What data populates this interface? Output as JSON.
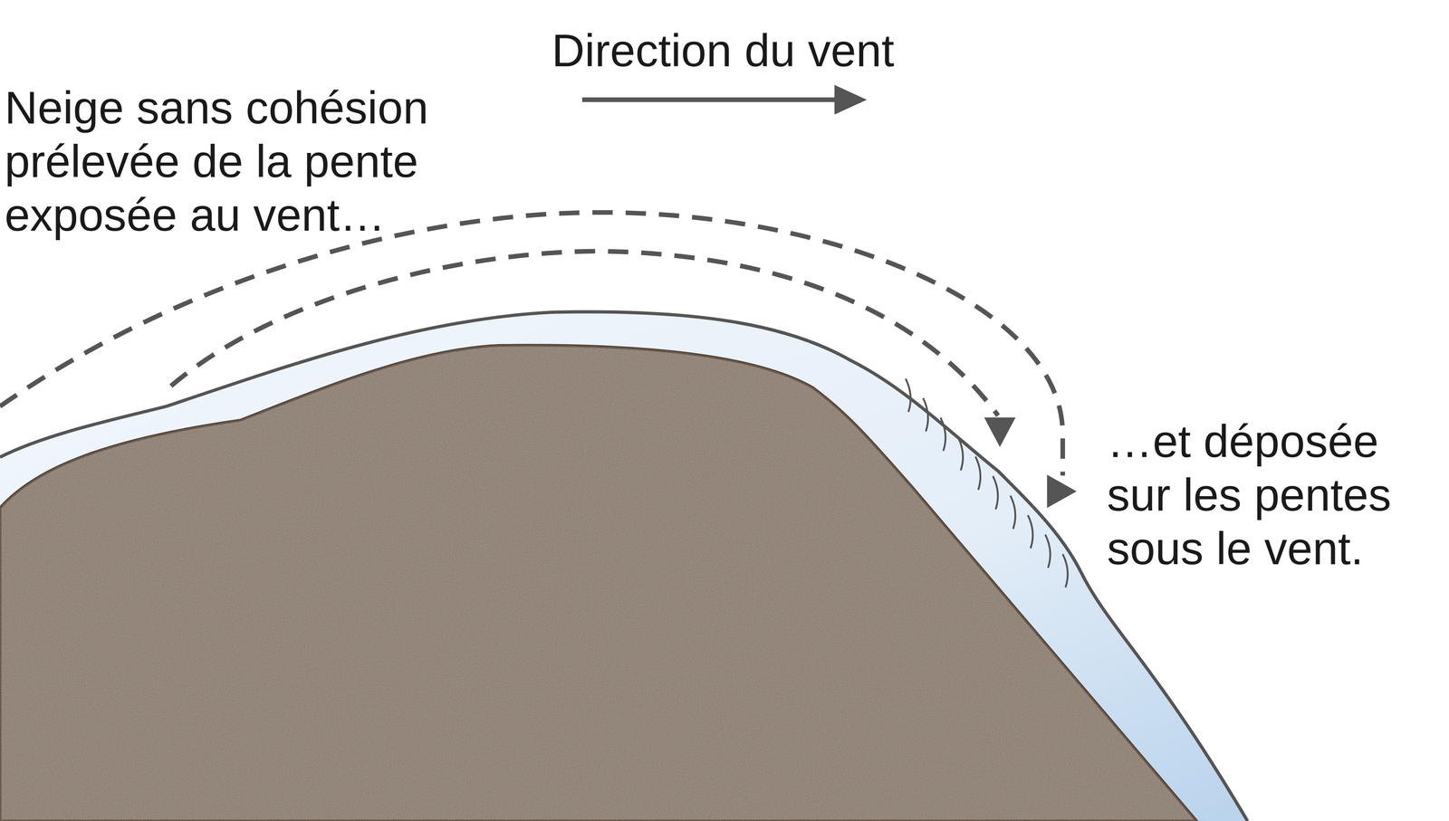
{
  "diagram": {
    "labels": [
      "Direction du vent",
      "Neige sans cohésion prélevée de la pente exposée au vent…",
      "…et déposée sur les pentes sous le vent."
    ]
  }
}
